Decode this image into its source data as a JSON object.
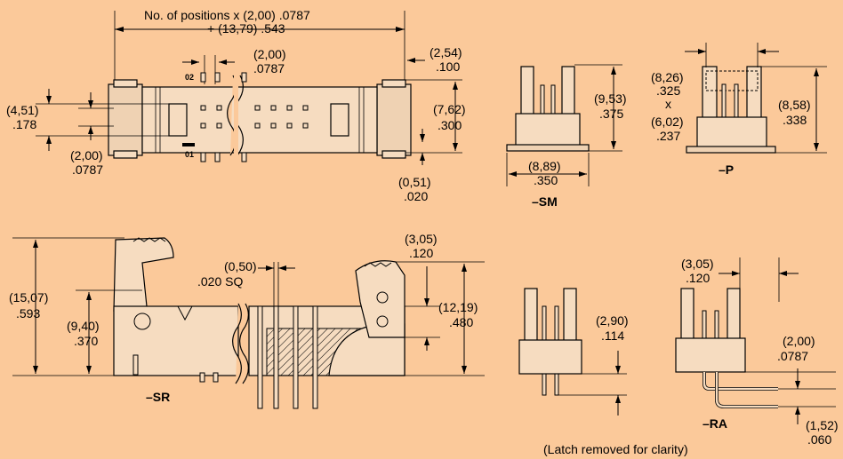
{
  "labels": {
    "positions_line1": "No. of positions x (2,00) .0787",
    "positions_line2": "+ (13,79) .543",
    "pitch_top_mm": "(2,00)",
    "pitch_top_in": ".0787",
    "end_mm": "(2,54)",
    "end_in": ".100",
    "pin02": "02",
    "pin01": "01",
    "h451_mm": "(4,51)",
    "h451_in": ".178",
    "h200_mm": "(2,00)",
    "h200_in": ".0787",
    "h762_mm": "(7,62)",
    "h762_in": ".300",
    "h051_mm": "(0,51)",
    "h051_in": ".020",
    "sm_h_mm": "(9,53)",
    "sm_h_in": ".375",
    "sm_w_mm": "(8,89)",
    "sm_w_in": ".350",
    "sm_name": "–SM",
    "p_a_mm": "(8,26)",
    "p_a_in": ".325",
    "p_x": "x",
    "p_b_mm": "(6,02)",
    "p_b_in": ".237",
    "p_h_mm": "(8,58)",
    "p_h_in": ".338",
    "p_name": "–P",
    "sr_h1_mm": "(15,07)",
    "sr_h1_in": ".593",
    "sr_h2_mm": "(9,40)",
    "sr_h2_in": ".370",
    "sr_pin_mm": "(0,50)",
    "sr_pin_in": ".020 SQ",
    "sr_name": "–SR",
    "sr_t_mm": "(3,05)",
    "sr_t_in": ".120",
    "sr_h3_mm": "(12,19)",
    "sr_h3_in": ".480",
    "st_h_mm": "(2,90)",
    "st_h_in": ".114",
    "ra_t_mm": "(3,05)",
    "ra_t_in": ".120",
    "ra_p_mm": "(2,00)",
    "ra_p_in": ".0787",
    "ra_b_mm": "(1,52)",
    "ra_b_in": ".060",
    "ra_name": "–RA",
    "note": "(Latch removed for clarity)"
  }
}
